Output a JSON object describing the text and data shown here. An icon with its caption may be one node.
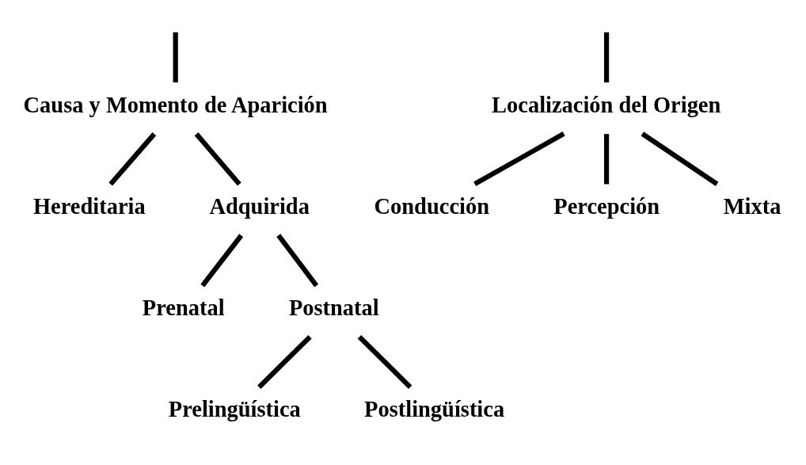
{
  "diagram": {
    "nodes": [
      {
        "text": [
          "Causa y Momento de Aparición"
        ]
      },
      {
        "text": [
          "Localización del Origen"
        ]
      },
      {
        "text": [
          "Hereditaria"
        ]
      },
      {
        "text": [
          "Adquirida"
        ]
      },
      {
        "text": [
          "Conducción"
        ]
      },
      {
        "text": [
          "Percepción"
        ]
      },
      {
        "text": [
          "Mixta"
        ]
      },
      {
        "text": [
          "Prenatal"
        ]
      },
      {
        "text": [
          "Postnatal"
        ]
      },
      {
        "text": [
          "Prelingüística"
        ]
      },
      {
        "text": [
          "Postlingüística"
        ]
      }
    ],
    "edges": [
      {
        "from": null,
        "to": 0,
        "arrow": "none"
      },
      {
        "from": null,
        "to": 1,
        "arrow": "none"
      },
      {
        "from": 0,
        "to": 2,
        "arrow": "none"
      },
      {
        "from": 0,
        "to": 3,
        "arrow": "none"
      },
      {
        "from": 1,
        "to": 4,
        "arrow": "none"
      },
      {
        "from": 1,
        "to": 5,
        "arrow": "none"
      },
      {
        "from": 1,
        "to": 6,
        "arrow": "none"
      },
      {
        "from": 3,
        "to": 7,
        "arrow": "none"
      },
      {
        "from": 3,
        "to": 8,
        "arrow": "none"
      },
      {
        "from": 8,
        "to": 9,
        "arrow": "none"
      },
      {
        "from": 8,
        "to": 10,
        "arrow": "none"
      }
    ]
  }
}
